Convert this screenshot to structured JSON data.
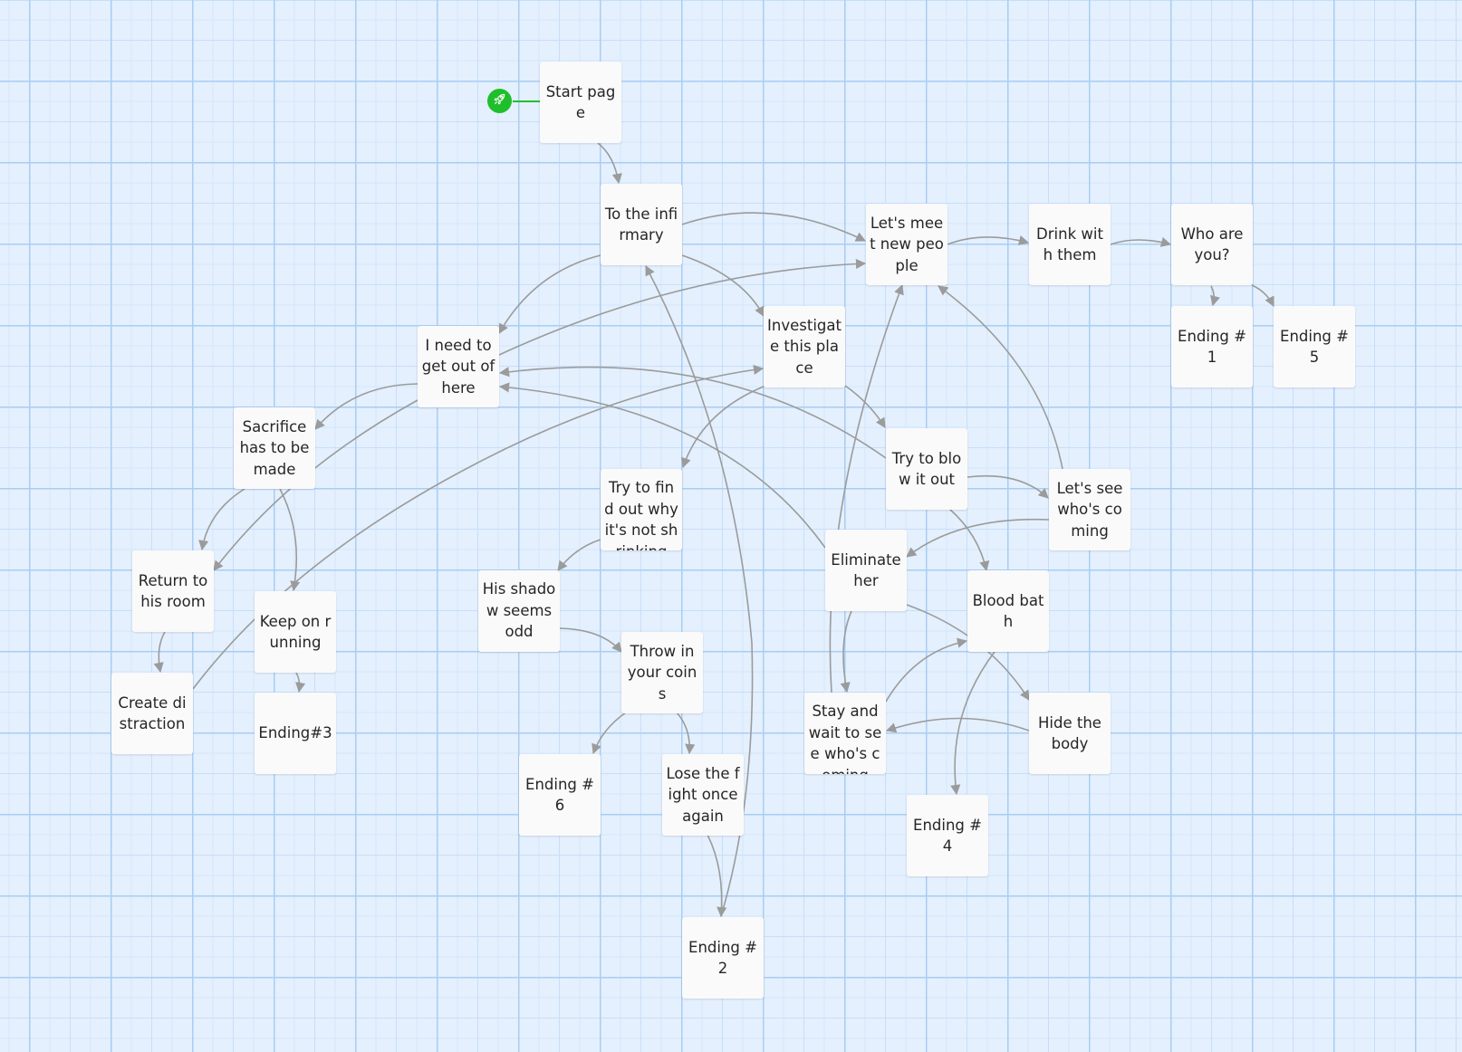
{
  "canvas": {
    "type": "story-map",
    "start_node": "start",
    "colors": {
      "background": "#e4f0fd",
      "grid_major": "#a9cdf3",
      "grid_minor": "#c7defa",
      "node_fill": "#fafafa",
      "edge": "#9b9b9b",
      "start_badge": "#1fbf2b"
    },
    "start_badge_icon": "rocket-icon"
  },
  "nodes": [
    {
      "id": "start",
      "label": "Start page"
    },
    {
      "id": "infirmary",
      "label": "To the infirmary"
    },
    {
      "id": "meet",
      "label": "Let's meet new people"
    },
    {
      "id": "drink",
      "label": "Drink with them"
    },
    {
      "id": "who",
      "label": "Who are you?"
    },
    {
      "id": "end1",
      "label": "Ending #1"
    },
    {
      "id": "end5",
      "label": "Ending #5"
    },
    {
      "id": "getout",
      "label": "I need to get out of here"
    },
    {
      "id": "investigate",
      "label": "Investigate this place"
    },
    {
      "id": "sacrifice",
      "label": "Sacrifice has to be made"
    },
    {
      "id": "blow",
      "label": "Try to blow it out"
    },
    {
      "id": "seewho",
      "label": "Let's see who's coming"
    },
    {
      "id": "findout",
      "label": "Try to find out why it's not shrinking"
    },
    {
      "id": "eliminate",
      "label": "Eliminate her"
    },
    {
      "id": "room",
      "label": "Return to his room"
    },
    {
      "id": "running",
      "label": "Keep on running"
    },
    {
      "id": "shadow",
      "label": "His shadow seems odd"
    },
    {
      "id": "blood",
      "label": "Blood bath"
    },
    {
      "id": "coins",
      "label": "Throw in your coins"
    },
    {
      "id": "distraction",
      "label": "Create distraction"
    },
    {
      "id": "end3",
      "label": "Ending#3"
    },
    {
      "id": "stay",
      "label": "Stay and wait to see who's coming"
    },
    {
      "id": "hide",
      "label": "Hide the body"
    },
    {
      "id": "end6",
      "label": "Ending #6"
    },
    {
      "id": "lose",
      "label": "Lose the fight once again"
    },
    {
      "id": "end4",
      "label": "Ending #4"
    },
    {
      "id": "end2",
      "label": "Ending #2"
    }
  ],
  "edges": [
    {
      "from": "start",
      "to": "infirmary"
    },
    {
      "from": "infirmary",
      "to": "meet"
    },
    {
      "from": "infirmary",
      "to": "getout"
    },
    {
      "from": "infirmary",
      "to": "investigate"
    },
    {
      "from": "meet",
      "to": "drink"
    },
    {
      "from": "drink",
      "to": "who"
    },
    {
      "from": "who",
      "to": "end1"
    },
    {
      "from": "who",
      "to": "end5"
    },
    {
      "from": "getout",
      "to": "meet"
    },
    {
      "from": "getout",
      "to": "sacrifice"
    },
    {
      "from": "getout",
      "to": "room"
    },
    {
      "from": "investigate",
      "to": "findout"
    },
    {
      "from": "investigate",
      "to": "blow"
    },
    {
      "from": "blow",
      "to": "getout"
    },
    {
      "from": "blow",
      "to": "seewho"
    },
    {
      "from": "blow",
      "to": "blood"
    },
    {
      "from": "seewho",
      "to": "meet"
    },
    {
      "from": "seewho",
      "to": "eliminate"
    },
    {
      "from": "eliminate",
      "to": "getout"
    },
    {
      "from": "eliminate",
      "to": "stay"
    },
    {
      "from": "eliminate",
      "to": "hide"
    },
    {
      "from": "sacrifice",
      "to": "room"
    },
    {
      "from": "sacrifice",
      "to": "running"
    },
    {
      "from": "room",
      "to": "distraction"
    },
    {
      "from": "distraction",
      "to": "investigate"
    },
    {
      "from": "running",
      "to": "end3"
    },
    {
      "from": "findout",
      "to": "shadow"
    },
    {
      "from": "shadow",
      "to": "coins"
    },
    {
      "from": "coins",
      "to": "end6"
    },
    {
      "from": "coins",
      "to": "lose"
    },
    {
      "from": "lose",
      "to": "end2"
    },
    {
      "from": "end2",
      "to": "infirmary"
    },
    {
      "from": "stay",
      "to": "meet"
    },
    {
      "from": "stay",
      "to": "blood"
    },
    {
      "from": "blood",
      "to": "end4"
    },
    {
      "from": "hide",
      "to": "stay"
    }
  ]
}
